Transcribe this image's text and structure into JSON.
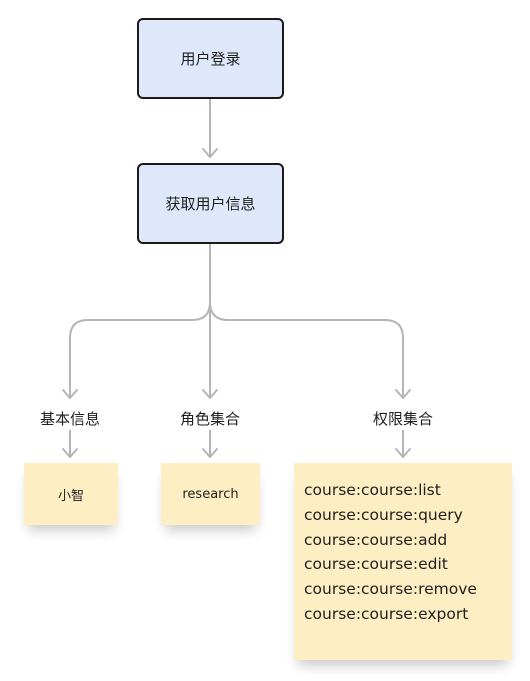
{
  "diagram": {
    "step_login": "用户登录",
    "step_get_info": "获取用户信息",
    "branches": [
      {
        "label": "基本信息",
        "values": [
          "小智"
        ]
      },
      {
        "label": "角色集合",
        "values": [
          "research"
        ]
      },
      {
        "label": "权限集合",
        "values": [
          "course:course:list",
          "course:course:query",
          "course:course:add",
          "course:course:edit",
          "course:course:remove",
          "course:course:export"
        ]
      }
    ]
  },
  "colors": {
    "process_fill": "#dfe7fb",
    "process_border": "#1a1a1a",
    "note_fill": "#fdefc3",
    "connector": "#b5b5b5"
  }
}
